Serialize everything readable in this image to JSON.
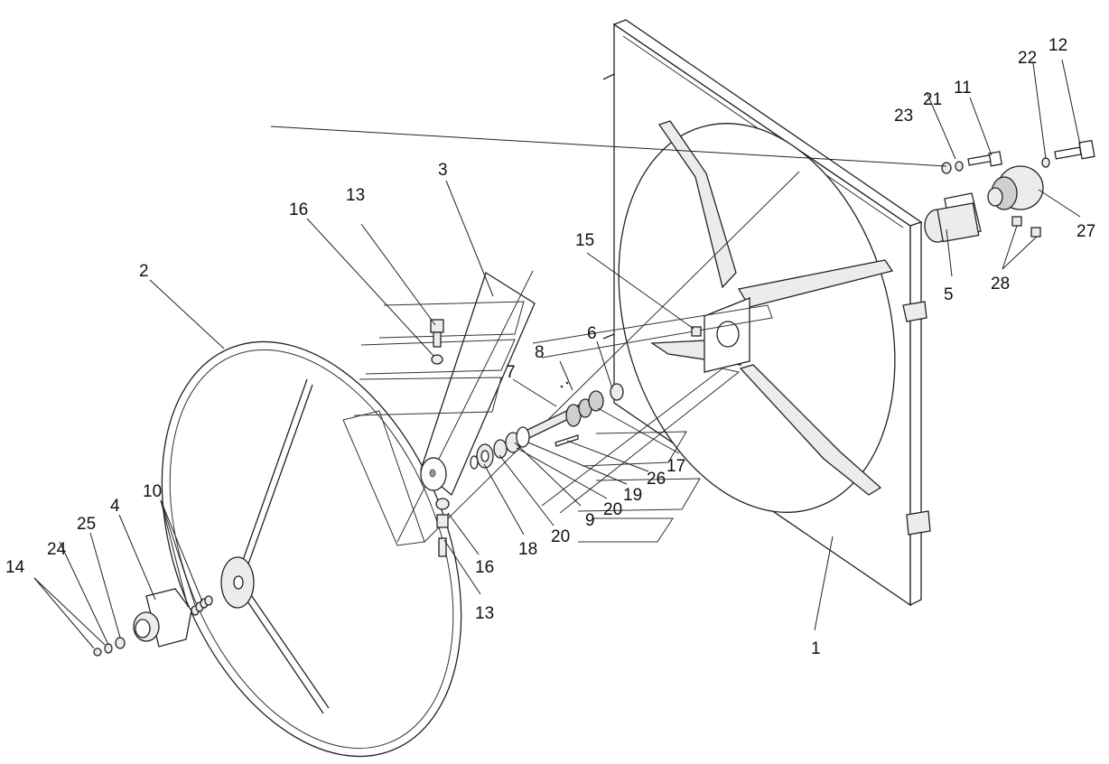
{
  "diagram": {
    "callouts": {
      "c1": "1",
      "c2": "2",
      "c3": "3",
      "c4": "4",
      "c5": "5",
      "c6": "6",
      "c7": "7",
      "c8": "8",
      "c9": "9",
      "c10": "10",
      "c11": "11",
      "c12": "12",
      "c13a": "13",
      "c13b": "13",
      "c14": "14",
      "c15": "15",
      "c16a": "16",
      "c16b": "16",
      "c17": "17",
      "c18": "18",
      "c19": "19",
      "c20a": "20",
      "c20b": "20",
      "c21": "21",
      "c22": "22",
      "c23": "23",
      "c24": "24",
      "c25": "25",
      "c26": "26",
      "c27": "27",
      "c28": "28"
    }
  }
}
